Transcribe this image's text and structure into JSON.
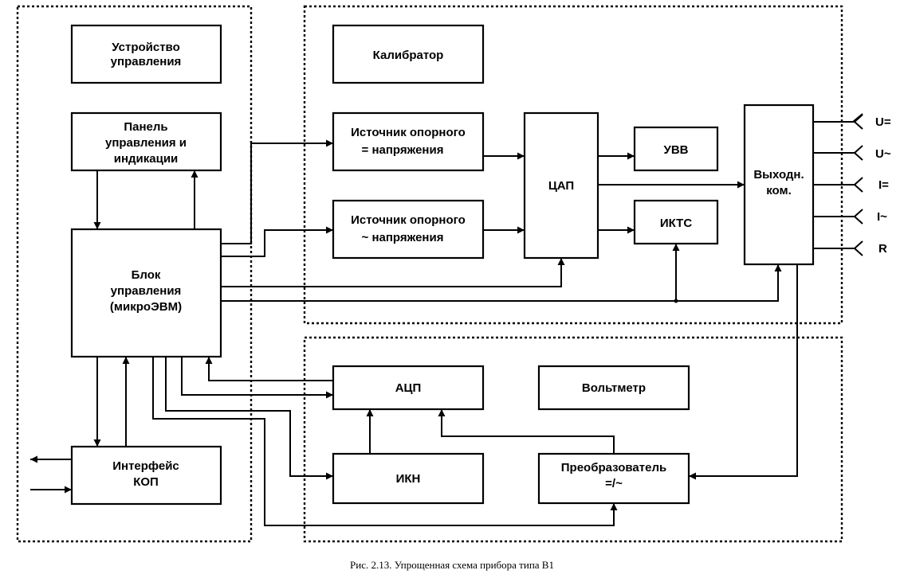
{
  "blocks": {
    "control_device": [
      "Устройство",
      "управления"
    ],
    "panel": [
      "Панель",
      "управления и",
      "индикации"
    ],
    "control_unit": [
      "Блок",
      "управления",
      "(микроЭВМ)"
    ],
    "interface": [
      "Интерфейс",
      "КОП"
    ],
    "calibrator": "Калибратор",
    "src_dc": [
      "Источник опорного",
      "=   напряжения"
    ],
    "src_ac": [
      "Источник опорного",
      "~  напряжения"
    ],
    "dac": "ЦАП",
    "uvv": "УВВ",
    "ikts": "ИКТС",
    "out_switch": [
      "Выходн.",
      "ком."
    ],
    "adc": "АЦП",
    "voltmeter": "Вольтметр",
    "ikn": "ИКН",
    "converter": [
      "Преобразователь",
      "=/~"
    ]
  },
  "outputs": [
    "U=",
    "U~",
    "I=",
    "I~",
    "R"
  ],
  "caption": "Рис. 2.13. Упрощенная схема прибора типа В1"
}
